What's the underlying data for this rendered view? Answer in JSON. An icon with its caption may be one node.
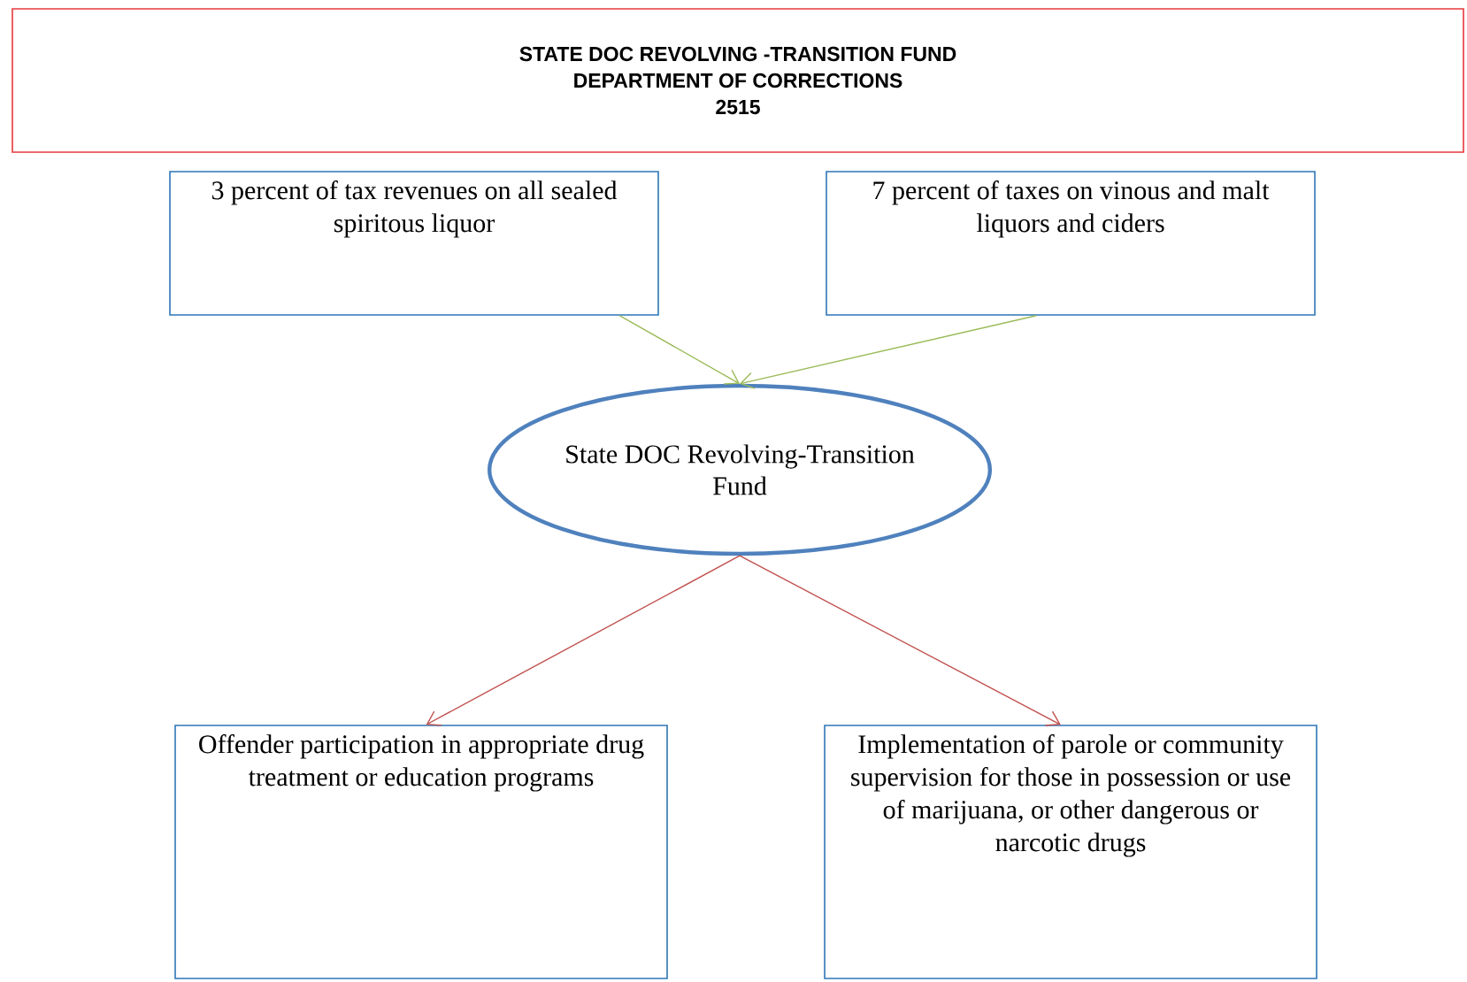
{
  "diagram": {
    "nodes": [
      {
        "text": [
          "STATE DOC REVOLVING -TRANSITION FUND",
          "DEPARTMENT OF CORRECTIONS",
          "2515"
        ]
      },
      {
        "text": [
          "3 percent of tax revenues on all sealed spiritous liquor"
        ]
      },
      {
        "text": [
          "7 percent of taxes on vinous and malt liquors and ciders"
        ]
      },
      {
        "text": [
          "State DOC Revolving-Transition Fund"
        ]
      },
      {
        "text": [
          "Offender participation in appropriate drug treatment or education programs"
        ]
      },
      {
        "text": [
          "Implementation of parole or community supervision for those in possession or use of marijuana, or other dangerous or narcotic drugs"
        ]
      }
    ],
    "edges": [
      {
        "from": 1,
        "to": 3,
        "arrow": "to",
        "color": "#9bbb59"
      },
      {
        "from": 2,
        "to": 3,
        "arrow": "to",
        "color": "#9bbb59"
      },
      {
        "from": 3,
        "to": 4,
        "arrow": "to",
        "color": "#c0504d"
      },
      {
        "from": 3,
        "to": 5,
        "arrow": "to",
        "color": "#c0504d"
      }
    ]
  }
}
